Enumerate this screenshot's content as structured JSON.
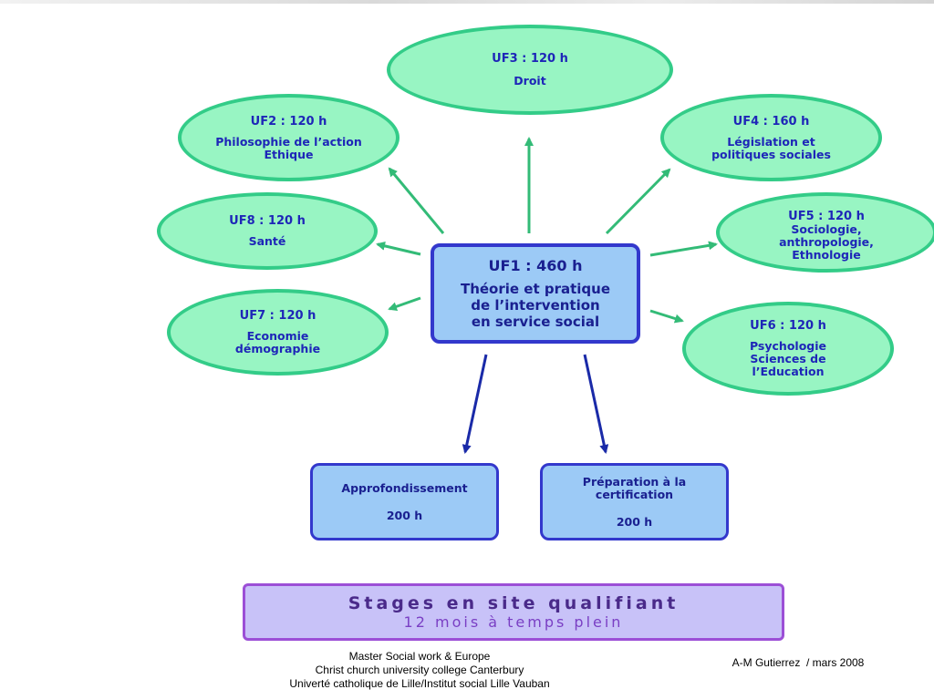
{
  "center": {
    "title": "UF1 : 460 h",
    "desc": "Théorie et pratique\nde l’intervention\nen service social"
  },
  "units": [
    {
      "id": "uf2",
      "title": "UF2 : 120 h",
      "desc": "Philosophie de l’action\nEthique"
    },
    {
      "id": "uf3",
      "title": "UF3 : 120 h",
      "desc": "Droit"
    },
    {
      "id": "uf4",
      "title": "UF4 : 160 h",
      "desc": "Législation et\npolitiques sociales"
    },
    {
      "id": "uf5",
      "title": "UF5 : 120 h",
      "desc": "Sociologie,\nanthropologie,\nEthnologie"
    },
    {
      "id": "uf6",
      "title": "UF6 : 120 h",
      "desc": "Psychologie\nSciences de\nl’Education"
    },
    {
      "id": "uf7",
      "title": "UF7 : 120 h",
      "desc": "Economie\ndémographie"
    },
    {
      "id": "uf8",
      "title": "UF8 : 120 h",
      "desc": "Santé"
    }
  ],
  "modules": [
    {
      "label": "Approfondissement",
      "hours": "200 h"
    },
    {
      "label": "Préparation à la\ncertification",
      "hours": "200 h"
    }
  ],
  "stages": {
    "title": "Stages en site qualifiant",
    "subtitle": "12 mois à temps plein"
  },
  "footer": {
    "lines": [
      "Master Social work & Europe",
      "Christ church university college Canterbury",
      "Univerté catholique de Lille/Institut social Lille Vauban"
    ],
    "author": "A-M Gutierrez  / mars 2008"
  },
  "colors": {
    "ellipse_fill": "#98f5c3",
    "ellipse_border": "#33cc88",
    "box_fill": "#9ccaf6",
    "box_border": "#3338cc",
    "stages_fill": "#c8c2f8",
    "stages_border": "#9c4fd6",
    "green_arrow": "#33bb77",
    "blue_arrow": "#1a2aa8"
  }
}
